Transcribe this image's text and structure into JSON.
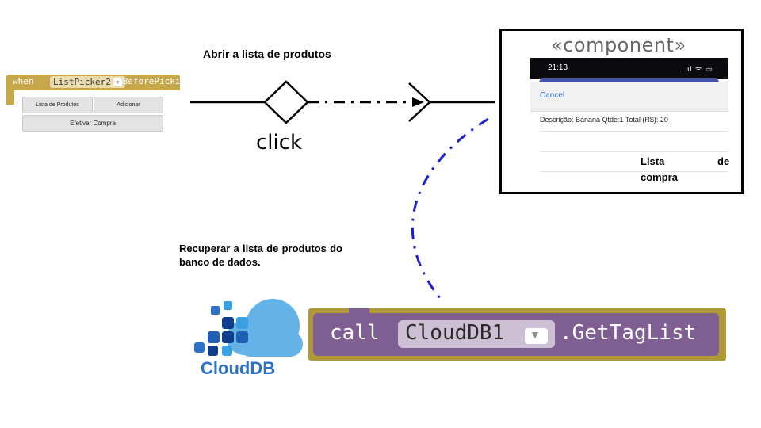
{
  "event_block": {
    "when": "when",
    "component": "ListPicker2",
    "event": ".BeforePicking"
  },
  "app_buttons": {
    "lista": "Lista de Produtos",
    "adicionar": "Adicionar",
    "efetivar": "Efetivar Compra"
  },
  "flow": {
    "top_label": "Abrir a lista de produtos",
    "trigger_label": "click"
  },
  "component_box": {
    "stereotype": "«component»",
    "phone": {
      "time": "21:13",
      "status_icons": "..ıl ᯤ ▭",
      "cancel": "Cancel",
      "item": "Descrição: Banana  Qtde:1  Total (R$):  20"
    },
    "caption_words": [
      "Lista",
      "de",
      "compra"
    ]
  },
  "retrieve_note": "Recuperar a lista de produtos do banco de dados.",
  "cloud_logo_text": "CloudDB",
  "call_block": {
    "call": "call",
    "component": "CloudDB1",
    "dropdown_icon": "chevron-down-icon",
    "method": ".GetTagList"
  },
  "colors": {
    "event_block": "#c6a84a",
    "call_block": "#7f5e91",
    "call_border": "#b09838",
    "cloud_blue": "#2d72c8",
    "curve_blue": "#1a1fd1"
  }
}
